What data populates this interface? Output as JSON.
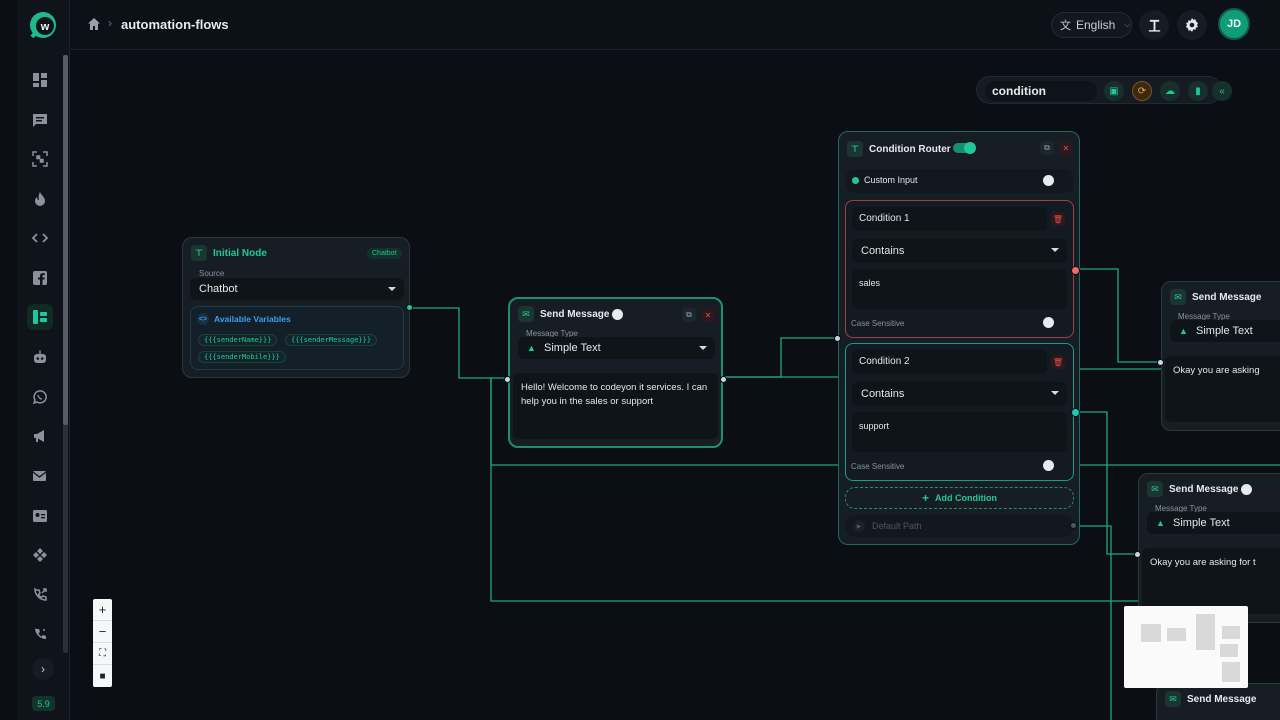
{
  "app": {
    "logo_letter": "w",
    "version": "5.9"
  },
  "header": {
    "breadcrumb": "automation-flows",
    "language": "English",
    "avatar_initials": "JD"
  },
  "sidebar": {
    "items": [
      "dashboard-icon",
      "chat-icon",
      "qr-code-icon",
      "fire-icon",
      "code-icon",
      "facebook-icon",
      "flow-icon",
      "bot-icon",
      "whatsapp-icon",
      "megaphone-icon",
      "mail-check-icon",
      "contact-card-icon",
      "network-icon",
      "phone-outgoing-icon",
      "phone-icon"
    ],
    "active_index": 6
  },
  "toolbar": {
    "flow_name": "condition"
  },
  "nodes": {
    "initial": {
      "title": "Initial Node",
      "tag": "Chatbot",
      "source_label": "Source",
      "source_value": "Chatbot",
      "vars_title": "Available Variables",
      "vars": [
        "{{{senderName}}}",
        "{{{senderMessage}}}",
        "{{{senderMobile}}}"
      ]
    },
    "send1": {
      "title": "Send Message",
      "type_label": "Message Type",
      "type_value": "Simple Text",
      "text": "Hello! Welcome to codeyon it services. I can help you in the sales or support"
    },
    "router": {
      "title": "Condition Router",
      "custom_input": "Custom Input",
      "conditions": [
        {
          "name": "Condition 1",
          "operator": "Contains",
          "value": "sales",
          "case_label": "Case Sensitive"
        },
        {
          "name": "Condition 2",
          "operator": "Contains",
          "value": "support",
          "case_label": "Case Sensitive"
        }
      ],
      "add_label": "Add Condition",
      "default_label": "Default Path"
    },
    "send2": {
      "title": "Send Message",
      "type_label": "Message Type",
      "type_value": "Simple Text",
      "text": "Okay you are asking"
    },
    "send3": {
      "title": "Send Message",
      "type_label": "Message Type",
      "type_value": "Simple Text",
      "text": "Okay you are asking for t"
    },
    "send4": {
      "title": "Send Message"
    }
  },
  "colors": {
    "accent": "#21c79a",
    "edge": "#1fa67f",
    "danger": "#e5484d",
    "canvas": "#0b0f15"
  }
}
